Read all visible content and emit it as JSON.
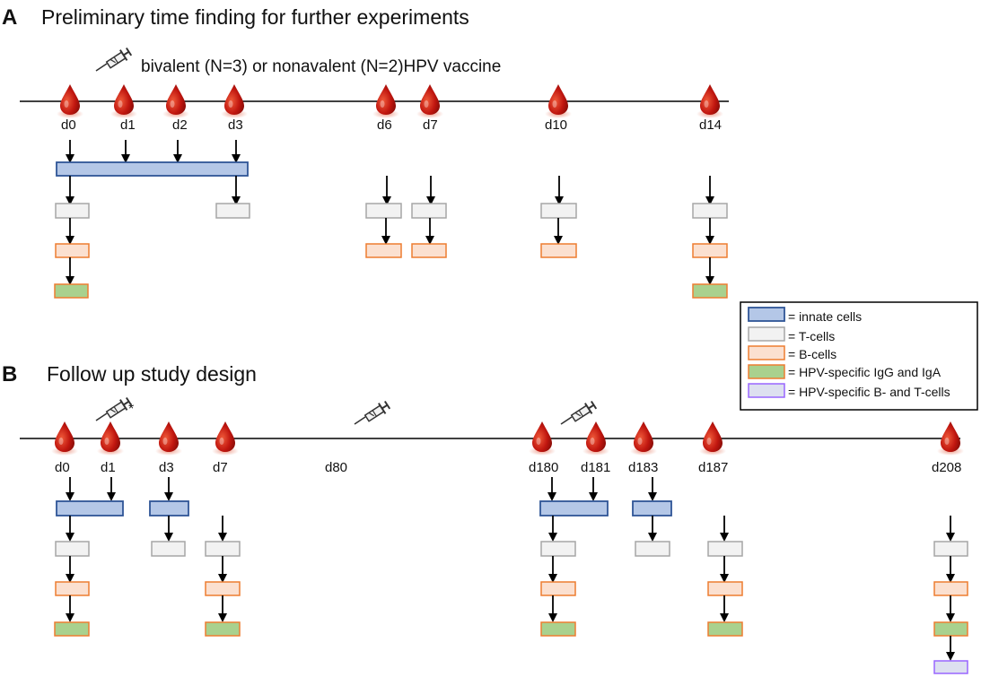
{
  "panels": {
    "a": {
      "letter": "A",
      "title": "Preliminary time finding for further experiments",
      "vaccine_label": "bivalent (N=3) or nonavalent (N=2)HPV vaccine",
      "days": [
        "d0",
        "d1",
        "d2",
        "d3",
        "d6",
        "d7",
        "d10",
        "d14"
      ]
    },
    "b": {
      "letter": "B",
      "title": "Follow up study design",
      "asterisk": "*",
      "days": [
        "d0",
        "d1",
        "d3",
        "d7",
        "d80",
        "d180",
        "d181",
        "d183",
        "d187",
        "d208"
      ]
    }
  },
  "legend": [
    {
      "key": "innate",
      "label": "= innate cells",
      "fill": "#b4c7e7",
      "stroke": "#2f5597"
    },
    {
      "key": "tcell",
      "label": "= T-cells",
      "fill": "#f2f2f2",
      "stroke": "#a6a6a6"
    },
    {
      "key": "bcell",
      "label": "= B-cells",
      "fill": "#fbe0d0",
      "stroke": "#ed7d31"
    },
    {
      "key": "igg",
      "label": "= HPV-specific IgG and IgA",
      "fill": "#a9d18e",
      "stroke": "#ed7d31"
    },
    {
      "key": "hpvbt",
      "label": "= HPV-specific B- and T-cells",
      "fill": "#dde0f0",
      "stroke": "#9966ff"
    }
  ],
  "icons": {
    "blood_drop": "blood-drop-icon",
    "syringe": "syringe-icon"
  },
  "colors": {
    "blood": "#c0160f",
    "timeline": "#000000"
  }
}
